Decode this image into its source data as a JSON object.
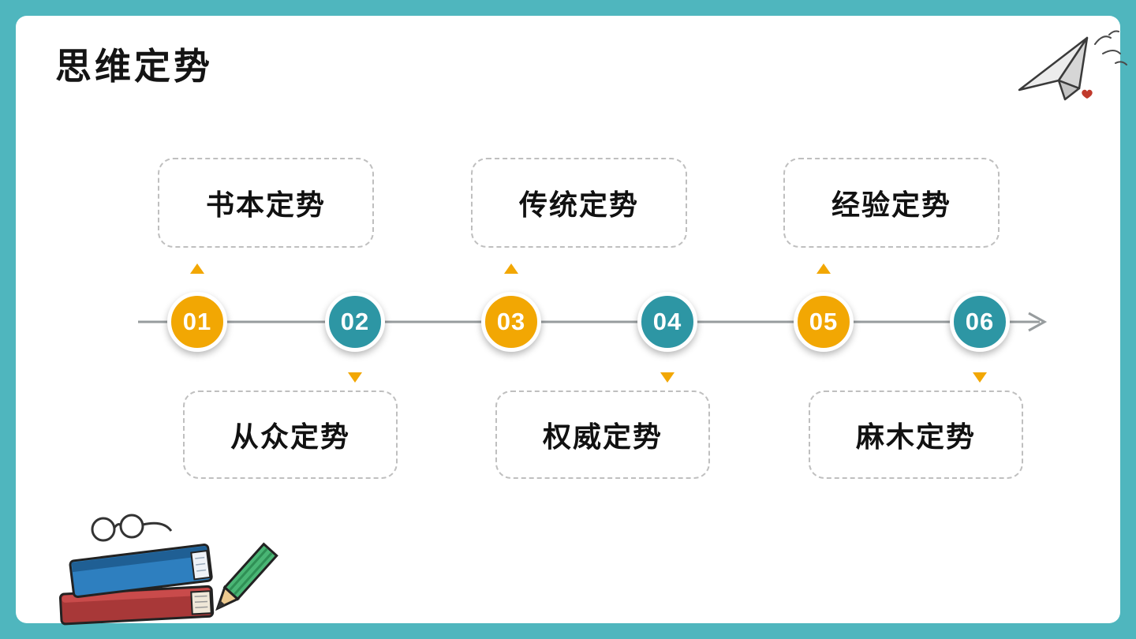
{
  "slide": {
    "title": "思维定势",
    "background_color": "#4fb6be",
    "card_color": "#ffffff"
  },
  "timeline": {
    "line_color": "#979c9e",
    "marker_color": "#f2a703",
    "items": [
      {
        "number": "01",
        "label": "书本定势",
        "color": "#f2a703",
        "label_position": "top"
      },
      {
        "number": "02",
        "label": "从众定势",
        "color": "#2d96a4",
        "label_position": "bottom"
      },
      {
        "number": "03",
        "label": "传统定势",
        "color": "#f2a703",
        "label_position": "top"
      },
      {
        "number": "04",
        "label": "权威定势",
        "color": "#2d96a4",
        "label_position": "bottom"
      },
      {
        "number": "05",
        "label": "经验定势",
        "color": "#f2a703",
        "label_position": "top"
      },
      {
        "number": "06",
        "label": "麻木定势",
        "color": "#2d96a4",
        "label_position": "bottom"
      }
    ]
  },
  "decorations": {
    "paper_plane_icon": "paper-plane-doodle",
    "books_icon": "books-glasses-pencil-doodle",
    "heart_color": "#c0392b",
    "book_top_color": "#2e7fbf",
    "book_bottom_color": "#a83838",
    "pencil_color": "#4ab675"
  }
}
